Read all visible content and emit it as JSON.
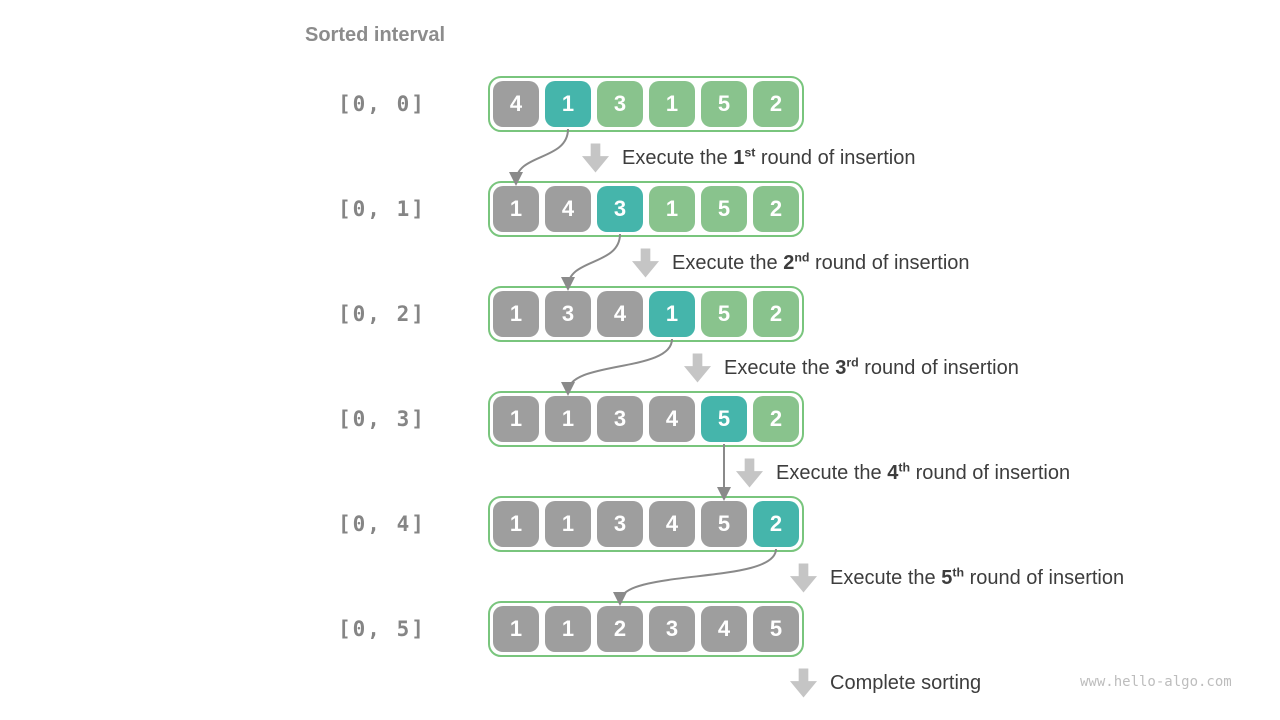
{
  "title": "Sorted interval",
  "watermark": "www.hello-algo.com",
  "colors": {
    "background": "#ffffff",
    "sorted_cell": "#9e9e9e",
    "current_cell": "#45b5ab",
    "unsorted_cell": "#89c38d",
    "row_border": "#79c57d",
    "block_arrow": "#c5c5c5",
    "step_text": "#3d3d3d",
    "interval_text": "#858585",
    "title_text": "#8c8c8c",
    "connector": "#8a8a8a",
    "watermark": "#bdbdbd",
    "cell_text": "#ffffff"
  },
  "icons": {
    "step_arrow": "down-block-arrow",
    "connector": "curved-insertion-arrow"
  },
  "legend_semantics": {
    "sorted": "gray cell — already sorted interval",
    "current": "teal cell — element being inserted this round",
    "unsorted": "green cell — not yet sorted"
  },
  "rows": [
    {
      "interval": "[0, 0]",
      "cells": [
        {
          "value": "4",
          "state": "sorted"
        },
        {
          "value": "1",
          "state": "current"
        },
        {
          "value": "3",
          "state": "unsorted"
        },
        {
          "value": "1",
          "state": "unsorted"
        },
        {
          "value": "5",
          "state": "unsorted"
        },
        {
          "value": "2",
          "state": "unsorted"
        }
      ]
    },
    {
      "interval": "[0, 1]",
      "cells": [
        {
          "value": "1",
          "state": "sorted"
        },
        {
          "value": "4",
          "state": "sorted"
        },
        {
          "value": "3",
          "state": "current"
        },
        {
          "value": "1",
          "state": "unsorted"
        },
        {
          "value": "5",
          "state": "unsorted"
        },
        {
          "value": "2",
          "state": "unsorted"
        }
      ]
    },
    {
      "interval": "[0, 2]",
      "cells": [
        {
          "value": "1",
          "state": "sorted"
        },
        {
          "value": "3",
          "state": "sorted"
        },
        {
          "value": "4",
          "state": "sorted"
        },
        {
          "value": "1",
          "state": "current"
        },
        {
          "value": "5",
          "state": "unsorted"
        },
        {
          "value": "2",
          "state": "unsorted"
        }
      ]
    },
    {
      "interval": "[0, 3]",
      "cells": [
        {
          "value": "1",
          "state": "sorted"
        },
        {
          "value": "1",
          "state": "sorted"
        },
        {
          "value": "3",
          "state": "sorted"
        },
        {
          "value": "4",
          "state": "sorted"
        },
        {
          "value": "5",
          "state": "current"
        },
        {
          "value": "2",
          "state": "unsorted"
        }
      ]
    },
    {
      "interval": "[0, 4]",
      "cells": [
        {
          "value": "1",
          "state": "sorted"
        },
        {
          "value": "1",
          "state": "sorted"
        },
        {
          "value": "3",
          "state": "sorted"
        },
        {
          "value": "4",
          "state": "sorted"
        },
        {
          "value": "5",
          "state": "sorted"
        },
        {
          "value": "2",
          "state": "current"
        }
      ]
    },
    {
      "interval": "[0, 5]",
      "cells": [
        {
          "value": "1",
          "state": "sorted"
        },
        {
          "value": "1",
          "state": "sorted"
        },
        {
          "value": "2",
          "state": "sorted"
        },
        {
          "value": "3",
          "state": "sorted"
        },
        {
          "value": "4",
          "state": "sorted"
        },
        {
          "value": "5",
          "state": "sorted"
        }
      ]
    }
  ],
  "steps": [
    {
      "pre": "Execute the ",
      "num": "1",
      "ordinal": "st",
      "post": " round of insertion"
    },
    {
      "pre": "Execute the ",
      "num": "2",
      "ordinal": "nd",
      "post": " round of insertion"
    },
    {
      "pre": "Execute the ",
      "num": "3",
      "ordinal": "rd",
      "post": " round of insertion"
    },
    {
      "pre": "Execute the ",
      "num": "4",
      "ordinal": "th",
      "post": " round of insertion"
    },
    {
      "pre": "Execute the ",
      "num": "5",
      "ordinal": "th",
      "post": " round of insertion"
    },
    {
      "pre": "Complete sorting",
      "num": "",
      "ordinal": "",
      "post": ""
    }
  ]
}
